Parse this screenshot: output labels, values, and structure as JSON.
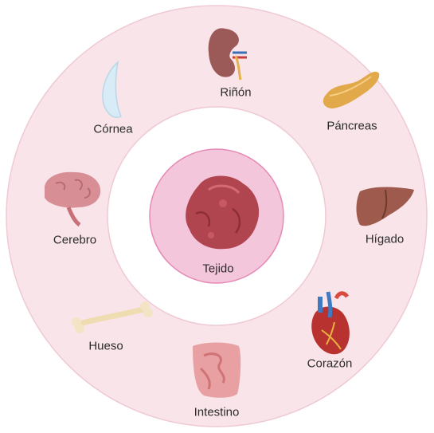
{
  "center": {
    "label": "Tejido",
    "icon": "tissue-icon"
  },
  "organs": [
    {
      "id": "rinon",
      "label": "Riñón",
      "icon": "kidney-icon"
    },
    {
      "id": "pancreas",
      "label": "Páncreas",
      "icon": "pancreas-icon"
    },
    {
      "id": "higado",
      "label": "Hígado",
      "icon": "liver-icon"
    },
    {
      "id": "corazon",
      "label": "Corazón",
      "icon": "heart-icon"
    },
    {
      "id": "intestino",
      "label": "Intestino",
      "icon": "intestine-icon"
    },
    {
      "id": "hueso",
      "label": "Hueso",
      "icon": "bone-icon"
    },
    {
      "id": "cerebro",
      "label": "Cerebro",
      "icon": "brain-icon"
    },
    {
      "id": "cornea",
      "label": "Córnea",
      "icon": "cornea-icon"
    }
  ],
  "colors": {
    "outer_ring": "#f9e4ea",
    "outer_ring_stroke": "#efc9d4",
    "inner_gap": "#ffffff",
    "center_disc": "#f4c6dc",
    "center_stroke": "#e58bb6"
  }
}
